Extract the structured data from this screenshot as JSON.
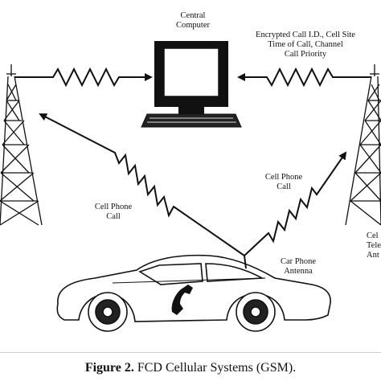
{
  "labels": {
    "central_computer": [
      "Central",
      "Computer"
    ],
    "encrypted_info": [
      "Encrypted Call I.D., Cell Site",
      "Time of Call, Channel",
      "Call Priority"
    ],
    "cell_phone_call_left": [
      "Cell Phone",
      "Call"
    ],
    "cell_phone_call_right": [
      "Cell Phone",
      "Call"
    ],
    "car_phone_antenna": [
      "Car Phone",
      "Antenna"
    ],
    "right_tower_partial": [
      "Cel",
      "Tele",
      "Ant"
    ]
  },
  "caption": {
    "prefix": "Figure 2.",
    "text": " FCD Cellular Systems (GSM)."
  }
}
